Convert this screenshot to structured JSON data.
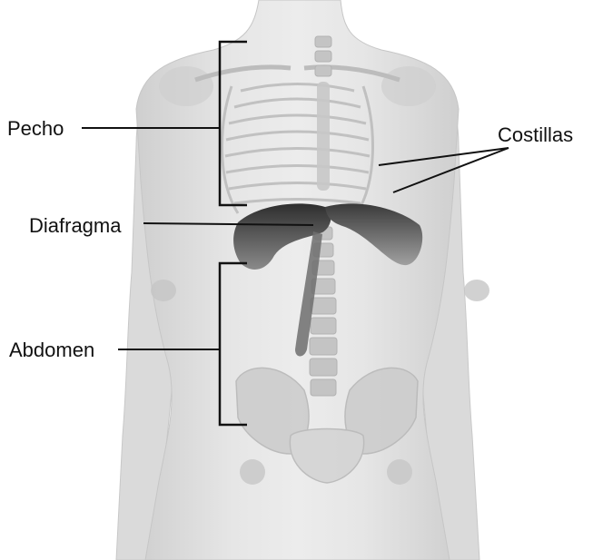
{
  "labels": {
    "chest": "Pecho",
    "ribs": "Costillas",
    "diaphragm": "Diafragma",
    "abdomen": "Abdomen"
  },
  "colors": {
    "background": "#ffffff",
    "body": "#d9d9d9",
    "bone": "#c4c4c4",
    "diaphragm": "#4a4a4a",
    "line": "#111111"
  }
}
